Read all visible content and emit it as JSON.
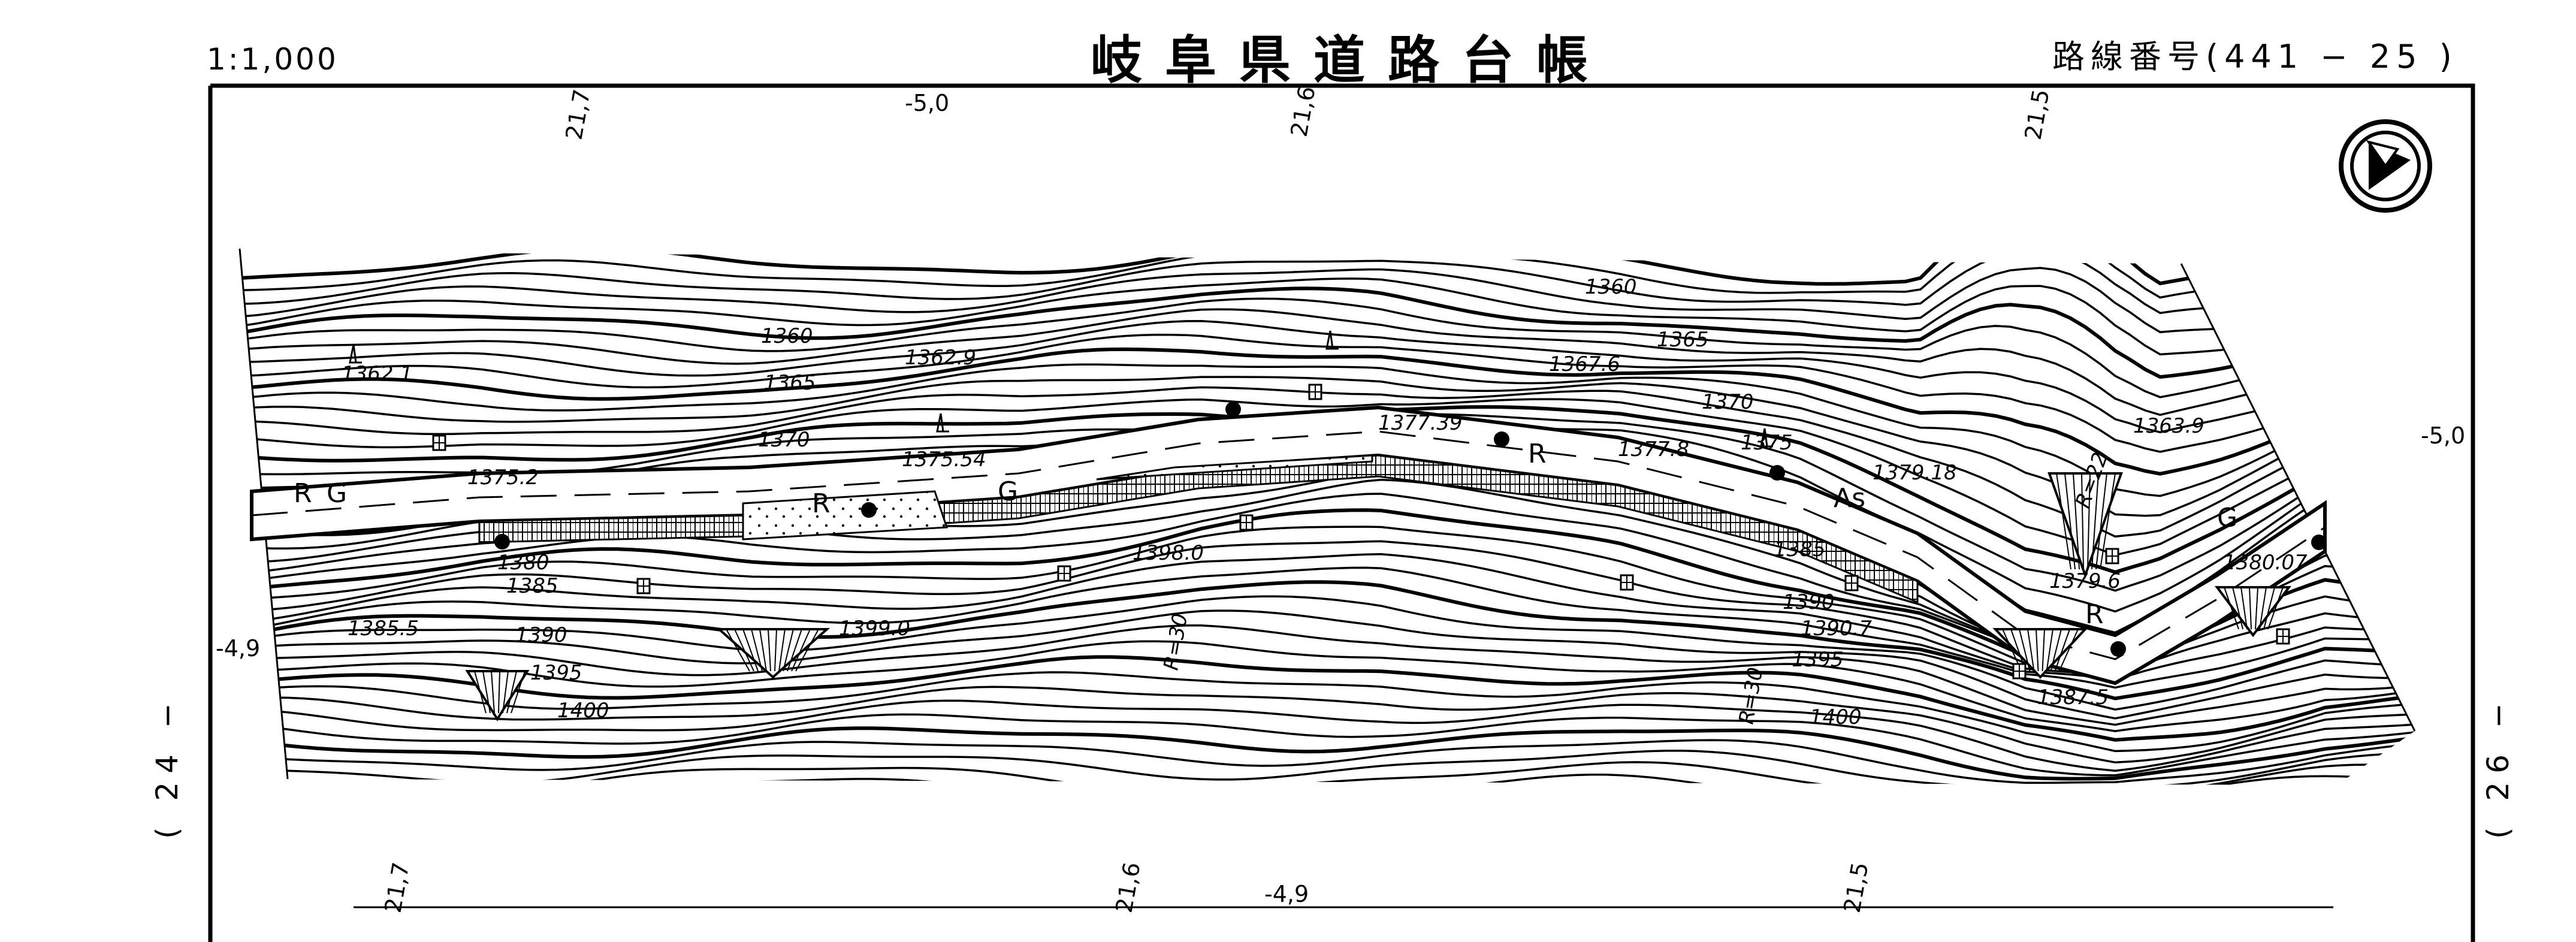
{
  "header": {
    "scale": "1:1,000",
    "title": "岐阜県道路台帳",
    "route_number": "路線番号(441 − 25 )"
  },
  "side_labels": {
    "left": "( 24 −",
    "right": "( 26 −"
  },
  "grid_labels": [
    "21,7",
    "-5,0",
    "21,6",
    "21,5",
    "-5,0",
    "-4,9",
    "21,7",
    "21,6",
    "-4,9",
    "21,5"
  ],
  "elevations": [
    "1360",
    "1362.9",
    "1362.1",
    "1365",
    "1370",
    "1375.2",
    "1375.54",
    "1360",
    "1367.6",
    "1365",
    "1370",
    "1377.39",
    "1377.8",
    "1375",
    "1379.18",
    "1363.9",
    "1380",
    "1385",
    "1385.5",
    "1390",
    "1395",
    "1400",
    "1399.0",
    "1398.0",
    "1385",
    "1390",
    "1390.7",
    "1395",
    "1400",
    "1387.5",
    "1379.6",
    "1380.07"
  ],
  "radii": [
    "R=30",
    "R=30",
    "R=22"
  ],
  "map_letters": [
    "R",
    "G",
    "G",
    "R",
    "R",
    "As",
    "G",
    "R"
  ],
  "north_arrow": "north-arrow"
}
